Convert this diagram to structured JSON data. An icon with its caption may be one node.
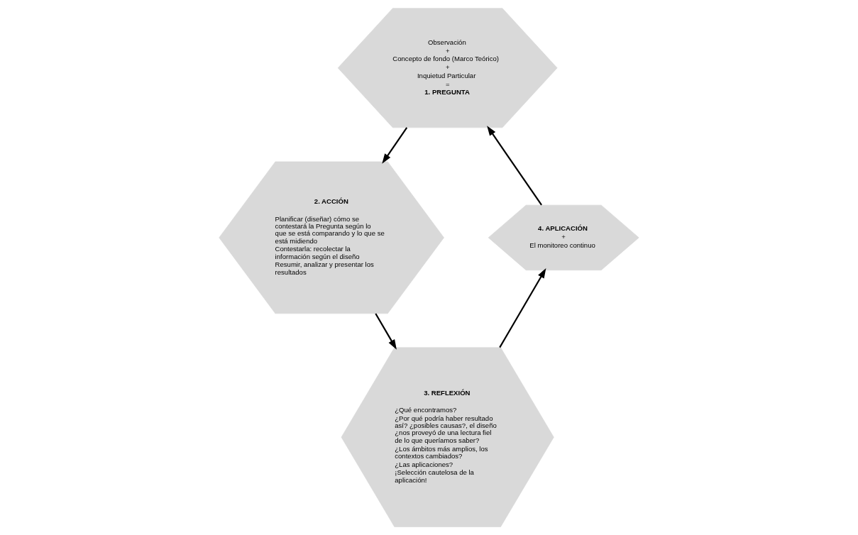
{
  "diagram": {
    "nodes": [
      {
        "text": [
          "Observación",
          "+",
          "Concepto de fondo (Marco Teórico)",
          "+",
          "Inquietud Particular",
          "=",
          "1. PREGUNTA"
        ]
      },
      {
        "text": [
          "2. ACCIÓN",
          "Planificar (diseñar) cómo se contestará la Pregunta según lo que se está comparando y lo que se está midiendo",
          "Contestarla: recolectar la información según el diseño",
          "Resumir, analizar y presentar los resultados"
        ]
      },
      {
        "text": [
          "3. REFLEXIÓN",
          "¿Qué encontramos?",
          "¿Por qué podría haber resultado así? ¿posibles causas?, el diseño ¿nos proveyó de una lectura fiel de lo que queríamos saber?",
          "¿Los ámbitos más amplios, los contextos cambiados?",
          "¿Las aplicaciones?",
          "¡Selección cautelosa de la aplicación!"
        ]
      },
      {
        "text": [
          "4. APLICACIÓN",
          "+",
          "El monitoreo continuo"
        ]
      }
    ],
    "edges": [
      {
        "from": 0,
        "to": 1,
        "arrow": "to"
      },
      {
        "from": 1,
        "to": 2,
        "arrow": "to"
      },
      {
        "from": 2,
        "to": 3,
        "arrow": "to"
      },
      {
        "from": 3,
        "to": 0,
        "arrow": "to"
      }
    ]
  }
}
